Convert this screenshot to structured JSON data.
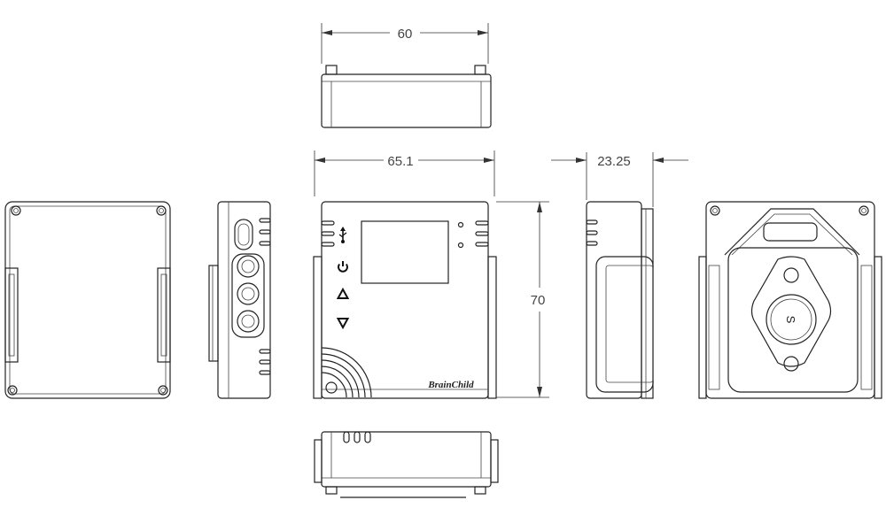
{
  "dimensions": {
    "top_width": "60",
    "front_width": "65.1",
    "side_depth": "23.25",
    "front_height": "70"
  },
  "front_panel": {
    "brand_logo": "BrainChild",
    "icons": [
      "usb-icon",
      "power-icon",
      "up-arrow-icon",
      "down-arrow-icon"
    ]
  },
  "back_panel": {
    "center_button_label": "S"
  }
}
